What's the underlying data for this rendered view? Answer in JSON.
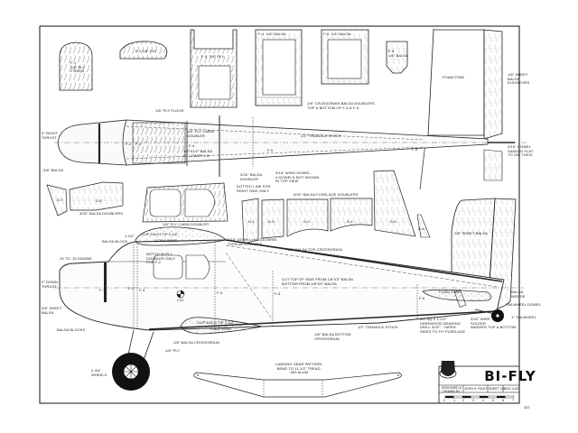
{
  "title_block": {
    "title": "BI-FLY",
    "designer_label": "DESIGNED &\nDRAWN BY",
    "designer": "JOHN H. RILEY",
    "scale_label": "SHEET 1/1",
    "plan_no": "BOX 4-00",
    "scale_ticks": [
      "0",
      "1",
      "2",
      "3",
      "4",
      "5",
      "6",
      "7"
    ],
    "page_number": "437"
  },
  "parts": {
    "f1": "F-1\n1/8\" PLY\n2 REQD",
    "f2": "F-2 1/8\" PLY",
    "f3": "F-3  1/8\" PLY",
    "f4": "F-4  1/8\" BALSA",
    "f5": "F-5  1/8\" BALSA",
    "f6": "F-6\n1/8\" BALSA",
    "doublers_f4_f5": "1/8\" CROSSGRAIN BALSA DOUBLERS\nTOP & BOTTOM OF F-4 & F-5",
    "d7": "D-7",
    "d6": "D-6",
    "d1": "D-1",
    "d2": "D-2",
    "d3": "D-3",
    "d4": "D-4",
    "d5": "D-5",
    "d8": "D-8"
  },
  "top_view": {
    "ply_floor": "1/8\" PLY FLOOR",
    "cabin_doubler": "1/8\" PLY CABIN\nDOUBLER",
    "lower_le": "1/8\"X1/2\" BALSA\nAT LOWER L.E.",
    "right_thrust": "3\" RIGHT\nTHRUST",
    "balsa_38": "3/8\" BALSA",
    "balsa_doubler": "3/32\" BALSA\nDOUBLER",
    "wing_dowel": "3/16\" WING DOWEL -\n4 DOWELS NOT SHOWN\nIN TOP VIEW",
    "triangle_stock": "1/2\" TRIANGLE STOCK",
    "f2_mark": "F-2",
    "f3_mark": "F-3",
    "f4_mark": "F-4",
    "f5_mark": "F-5",
    "f6_mark": "F-6"
  },
  "stab": {
    "foam_stab": "FOAM STAB",
    "elevators": "1/8\" SHEET\nBALSA\nELEVATORS",
    "dowel": "3/16\" DOWEL\nSANDED FLAT\nTO 1/8\" THICK"
  },
  "doublers": {
    "balsa_doublers": "3/32\" BALSA DOUBLERS",
    "cabin_doubler": "1/8\" PLY CABIN DOUBLER",
    "dotted_line": "DOTTED LINE FOR\nRIGHT SIDE ONLY",
    "fuselage_doublers": "3/32\" BALSA FUSELAGE DOUBLERS"
  },
  "side_view": {
    "engine": ".10 TO .15 ENGINE",
    "down_thrust": "2\" DOWN\nTHRUST",
    "sheet_balsa": "3/8\" SHEET\nBALSA",
    "balsa_block_top": "BALSA BLOCK",
    "balsa_blocks": "BALSA BLOCKS",
    "clip_top": "CLIP EACH TIP 2-1/2\"",
    "foam_wing_top": "FOAM WING",
    "clip_bottom": "CLIP EACH TIP 2-1/2\"",
    "foam_wing_bottom": "FOAM WING",
    "notch": "NOTCH IN PLY\nDOUBLER ONLY\nFOR F-2",
    "dowel_holddowns": "3/16\" DOWEL HOLDDOWNS\nTYPICAL 8 PLACES",
    "top_crossgrain": "1/8\" BALSA TOP-CROSSGRAIN",
    "cut_top": "CUT TOP OF SIDE FROM 1/8\"X3\" BALSA\nBOTTOM FROM 1/8\"X4\" BALSA",
    "bottom_crossgrain": "1/8\" BALSA BOTTOM\nCROSSGRAIN",
    "triangle_stock": "1/2\" TRIANGLE STOCK",
    "crossgrain": "1/8\" BALSA CROSSGRAIN",
    "ply": "1/8\" PLY",
    "wheels": "2-3/4\"\nWHEELS",
    "sheet_balsa_fin": "1/8\" SHEET BALSA",
    "foam_stab": "FOAM STAB",
    "balsa_wedge": "BALSA\nWEDGE",
    "tailwheel_dowel": "TAILWHEEL DOWEL",
    "tailwheel": "1\" TAILWHEEL",
    "hardwood": "1/2\"SQ X 1-1/2\"\nHARDWOOD BEARING\nDRILL 3/32\" - TAPER\nSIDES TO FIT FUSELAGE",
    "wire": "3/32\" WIRE\nSOLDER\nWASHER TOP & BOTTOM",
    "cg": "C/G",
    "f1": "F-1",
    "f2": "F-2",
    "f3": "F-3",
    "f4": "F-4",
    "f5": "F-5",
    "f6": "F-6",
    "dim": "1-1/2\""
  },
  "landing_gear": {
    "label": "LANDING GEAR PATTERN\nBEND TO 11-1/2\" TREAD\n.063 ALUM"
  }
}
